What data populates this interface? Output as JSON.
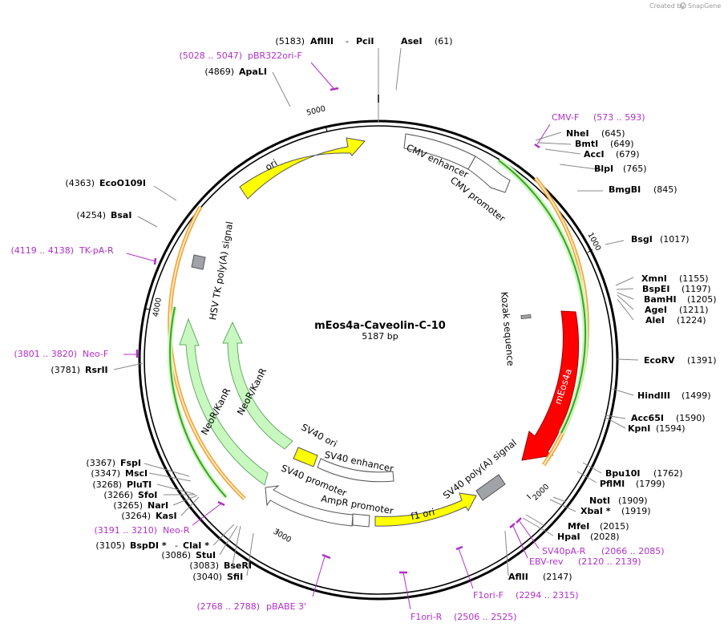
{
  "credit": {
    "prefix": "Created by",
    "brand": "SnapGene"
  },
  "plasmid": {
    "name": "mEos4a-Caveolin-C-10",
    "size": "5187 bp"
  },
  "colors": {
    "ori": "#ffff00",
    "cmv_enhancer": "#ffffff",
    "cmv_promoter": "#ffffff",
    "meos4a": "#ff0000",
    "sv40_polya": "#a0a4a8",
    "f1_ori": "#ffff00",
    "ampr_promoter": "#ffffff",
    "sv40_promoter": "#ffffff",
    "sv40_ori": "#ffff00",
    "neor": "#c8f8c0",
    "hsv_tk_polya": "#a0a4a8",
    "primer": "#b030c8",
    "orf_orange": "#f0a030",
    "orf_green": "#40a020"
  },
  "features": [
    {
      "name": "ori"
    },
    {
      "name": "CMV enhancer"
    },
    {
      "name": "CMV promoter"
    },
    {
      "name": "Kozak sequence"
    },
    {
      "name": "mEos4a"
    },
    {
      "name": "SV40 poly(A) signal"
    },
    {
      "name": "f1 ori"
    },
    {
      "name": "AmpR promoter"
    },
    {
      "name": "SV40 promoter"
    },
    {
      "name": "SV40 enhancer"
    },
    {
      "name": "SV40 ori"
    },
    {
      "name": "NeoR/KanR"
    },
    {
      "name": "NeoR/KanR"
    },
    {
      "name": "HSV TK poly(A) signal"
    }
  ],
  "ticks": [
    "1000",
    "2000",
    "3000",
    "4000",
    "5000"
  ],
  "enzymes": [
    {
      "name": "AflIII",
      "name2": "PciI",
      "pos": "(5183)"
    },
    {
      "name": "AseI",
      "pos": "(61)"
    },
    {
      "name": "NheI",
      "pos": "(645)"
    },
    {
      "name": "BmtI",
      "pos": "(649)"
    },
    {
      "name": "AccI",
      "pos": "(679)"
    },
    {
      "name": "BlpI",
      "pos": "(765)"
    },
    {
      "name": "BmgBI",
      "pos": "(845)"
    },
    {
      "name": "BsgI",
      "pos": "(1017)"
    },
    {
      "name": "XmnI",
      "pos": "(1155)"
    },
    {
      "name": "BspEI",
      "pos": "(1197)"
    },
    {
      "name": "BamHI",
      "pos": "(1205)"
    },
    {
      "name": "AgeI",
      "pos": "(1211)"
    },
    {
      "name": "AleI",
      "pos": "(1224)"
    },
    {
      "name": "EcoRV",
      "pos": "(1391)"
    },
    {
      "name": "HindIII",
      "pos": "(1499)"
    },
    {
      "name": "Acc65I",
      "pos": "(1590)"
    },
    {
      "name": "KpnI",
      "pos": "(1594)"
    },
    {
      "name": "Bpu10I",
      "pos": "(1762)"
    },
    {
      "name": "PflMI",
      "pos": "(1799)"
    },
    {
      "name": "NotI",
      "pos": "(1909)"
    },
    {
      "name": "XbaI *",
      "pos": "(1919)"
    },
    {
      "name": "MfeI",
      "pos": "(2015)"
    },
    {
      "name": "HpaI",
      "pos": "(2028)"
    },
    {
      "name": "AflII",
      "pos": "(2147)"
    },
    {
      "name": "SfiI",
      "pos": "(3040)"
    },
    {
      "name": "BseRI",
      "pos": "(3083)"
    },
    {
      "name": "StuI",
      "pos": "(3086)"
    },
    {
      "name": "BspDI *",
      "name2": "ClaI *",
      "pos": "(3105)"
    },
    {
      "name": "KasI",
      "pos": "(3264)"
    },
    {
      "name": "NarI",
      "pos": "(3265)"
    },
    {
      "name": "SfoI",
      "pos": "(3266)"
    },
    {
      "name": "PluTI",
      "pos": "(3268)"
    },
    {
      "name": "MscI",
      "pos": "(3347)"
    },
    {
      "name": "FspI",
      "pos": "(3367)"
    },
    {
      "name": "RsrII",
      "pos": "(3781)"
    },
    {
      "name": "BsaI",
      "pos": "(4254)"
    },
    {
      "name": "EcoO109I",
      "pos": "(4363)"
    },
    {
      "name": "ApaLI",
      "pos": "(4869)"
    }
  ],
  "primers": [
    {
      "name": "pBR322ori-F",
      "range": "(5028 .. 5047)"
    },
    {
      "name": "CMV-F",
      "range": "(573 .. 593)"
    },
    {
      "name": "SV40pA-R",
      "range": "(2066 .. 2085)"
    },
    {
      "name": "EBV-rev",
      "range": "(2120 .. 2139)"
    },
    {
      "name": "F1ori-F",
      "range": "(2294 .. 2315)"
    },
    {
      "name": "F1ori-R",
      "range": "(2506 .. 2525)"
    },
    {
      "name": "pBABE 3'",
      "range": "(2768 .. 2788)"
    },
    {
      "name": "Neo-R",
      "range": "(3191 .. 3210)"
    },
    {
      "name": "Neo-F",
      "range": "(3801 .. 3820)"
    },
    {
      "name": "TK-pA-R",
      "range": "(4119 .. 4138)"
    }
  ]
}
